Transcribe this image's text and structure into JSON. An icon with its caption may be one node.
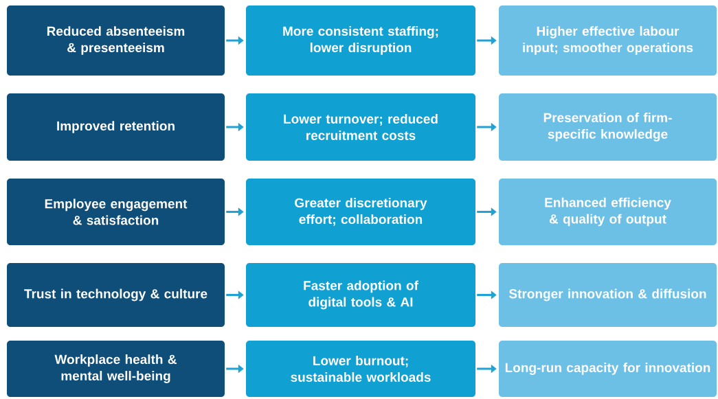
{
  "diagram": {
    "nodes": [
      {
        "text": [
          "Reduced absenteeism & presenteeism"
        ]
      },
      {
        "text": [
          "More consistent staffing; lower disruption"
        ]
      },
      {
        "text": [
          "Higher effective labour input; smoother operations"
        ]
      },
      {
        "text": [
          "Improved retention"
        ]
      },
      {
        "text": [
          "Lower turnover; reduced recruitment costs"
        ]
      },
      {
        "text": [
          "Preservation of firm-specific knowledge"
        ]
      },
      {
        "text": [
          "Employee engagement & satisfaction"
        ]
      },
      {
        "text": [
          "Greater discretionary effort; collaboration"
        ]
      },
      {
        "text": [
          "Enhanced efficiency & quality of output"
        ]
      },
      {
        "text": [
          "Trust in technology & culture"
        ]
      },
      {
        "text": [
          "Faster adoption of digital tools & AI"
        ]
      },
      {
        "text": [
          "Stronger innovation & diffusion"
        ]
      },
      {
        "text": [
          "Workplace health & mental well-being"
        ]
      },
      {
        "text": [
          "Lower burnout; sustainable workloads"
        ]
      },
      {
        "text": [
          "Long-run capacity for innovation"
        ]
      }
    ],
    "edges": [
      {
        "from": 0,
        "to": 1,
        "arrow": "to"
      },
      {
        "from": 1,
        "to": 2,
        "arrow": "to"
      },
      {
        "from": 3,
        "to": 4,
        "arrow": "to"
      },
      {
        "from": 4,
        "to": 5,
        "arrow": "to"
      },
      {
        "from": 6,
        "to": 7,
        "arrow": "to"
      },
      {
        "from": 7,
        "to": 8,
        "arrow": "to"
      },
      {
        "from": 9,
        "to": 10,
        "arrow": "to"
      },
      {
        "from": 10,
        "to": 11,
        "arrow": "to"
      },
      {
        "from": 12,
        "to": 13,
        "arrow": "to"
      },
      {
        "from": 13,
        "to": 14,
        "arrow": "to"
      }
    ]
  }
}
